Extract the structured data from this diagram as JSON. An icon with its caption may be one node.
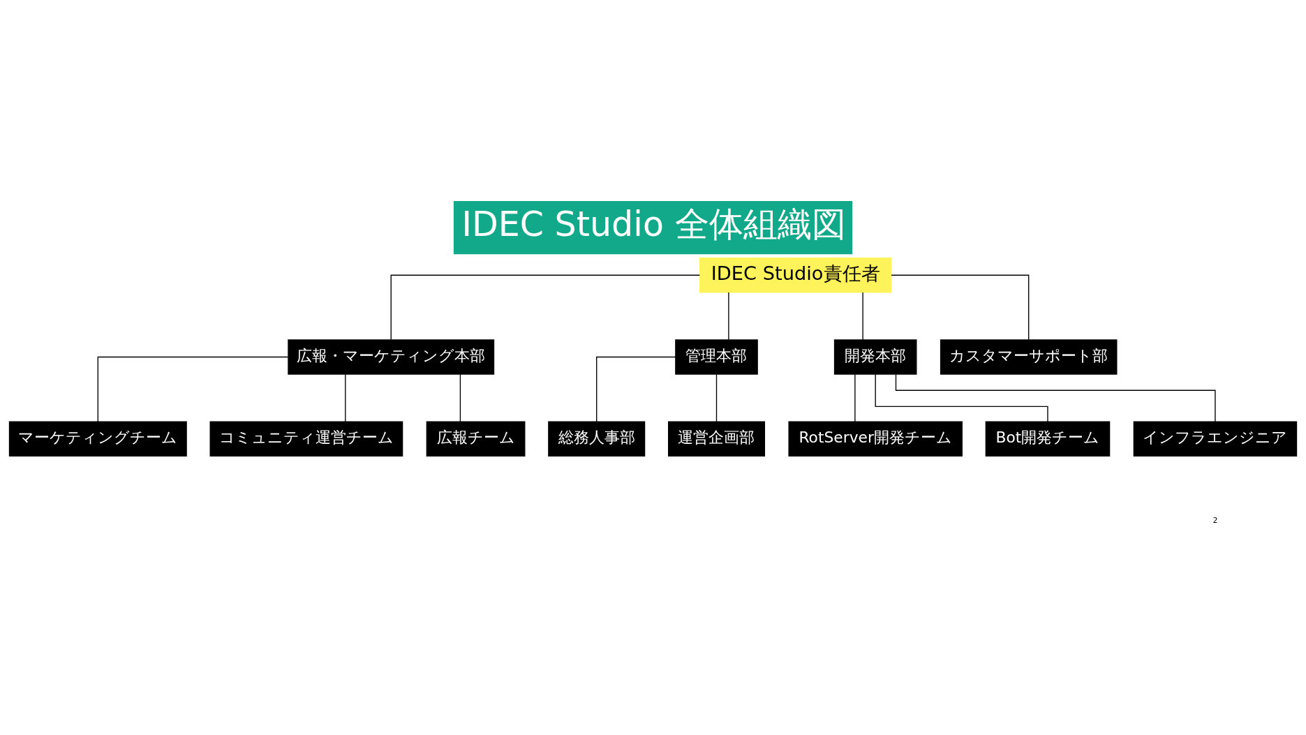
{
  "diagram": {
    "title": "IDEC Studio 全体組織図",
    "nodes": [
      {
        "text": [
          "IDEC Studio責任者"
        ]
      },
      {
        "text": [
          "広報・マーケティング本部"
        ]
      },
      {
        "text": [
          "管理本部"
        ]
      },
      {
        "text": [
          "開発本部"
        ]
      },
      {
        "text": [
          "カスタマーサポート部"
        ]
      },
      {
        "text": [
          "マーケティングチーム"
        ]
      },
      {
        "text": [
          "コミュニティ運営チーム"
        ]
      },
      {
        "text": [
          "広報チーム"
        ]
      },
      {
        "text": [
          "総務人事部"
        ]
      },
      {
        "text": [
          "運営企画部"
        ]
      },
      {
        "text": [
          "RotServer開発チーム"
        ]
      },
      {
        "text": [
          "Bot開発チーム"
        ]
      },
      {
        "text": [
          "インフラエンジニア"
        ]
      }
    ],
    "edges": [
      {
        "from": 0,
        "to": 1,
        "arrow": "none"
      },
      {
        "from": 0,
        "to": 2,
        "arrow": "none"
      },
      {
        "from": 0,
        "to": 3,
        "arrow": "none"
      },
      {
        "from": 0,
        "to": 4,
        "arrow": "none"
      },
      {
        "from": 1,
        "to": 5,
        "arrow": "none"
      },
      {
        "from": 1,
        "to": 6,
        "arrow": "none"
      },
      {
        "from": 1,
        "to": 7,
        "arrow": "none"
      },
      {
        "from": 2,
        "to": 8,
        "arrow": "none"
      },
      {
        "from": 2,
        "to": 9,
        "arrow": "none"
      },
      {
        "from": 3,
        "to": 10,
        "arrow": "none"
      },
      {
        "from": 3,
        "to": 11,
        "arrow": "none"
      },
      {
        "from": 3,
        "to": 12,
        "arrow": "none"
      }
    ],
    "labels": [
      "2"
    ]
  }
}
